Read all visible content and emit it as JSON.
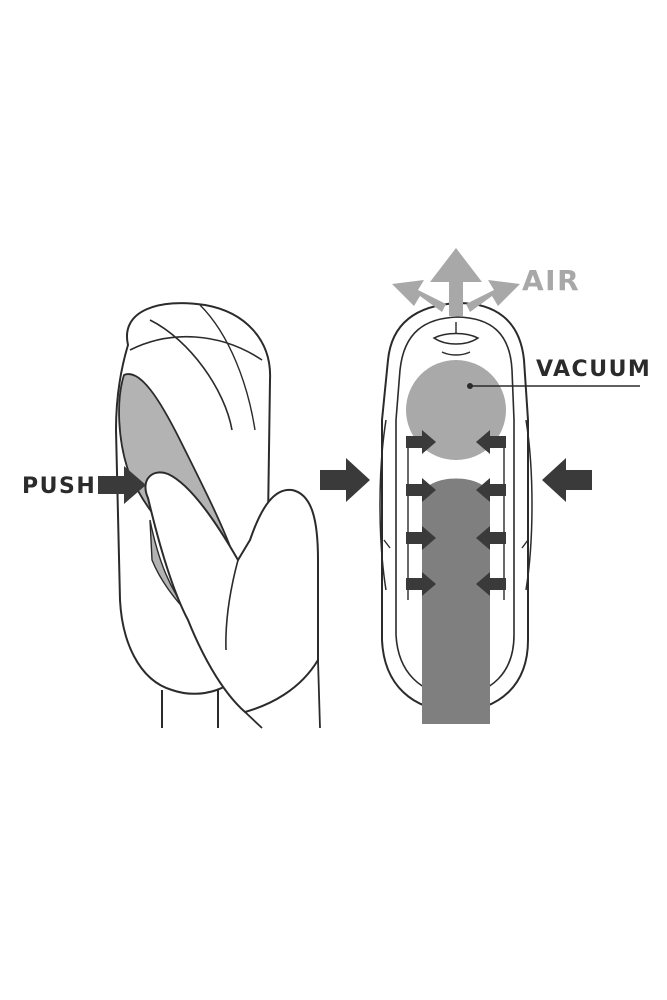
{
  "labels": {
    "push": "PUSH",
    "air": "AIR",
    "vacuum": "VACUUM"
  },
  "colors": {
    "background": "#ffffff",
    "outline": "#2b2b2b",
    "arrow_dark": "#3a3a3a",
    "air_gray": "#a8a8a8",
    "vacuum_gray": "#a9a9a9",
    "insert_gray": "#7f7f7f",
    "panel_gray": "#b3b3b3"
  },
  "icons": {
    "push_arrow": "arrow-right-icon",
    "air_arrows": "arrow-up-icon",
    "pressure_arrows": "arrow-inward-icon"
  }
}
